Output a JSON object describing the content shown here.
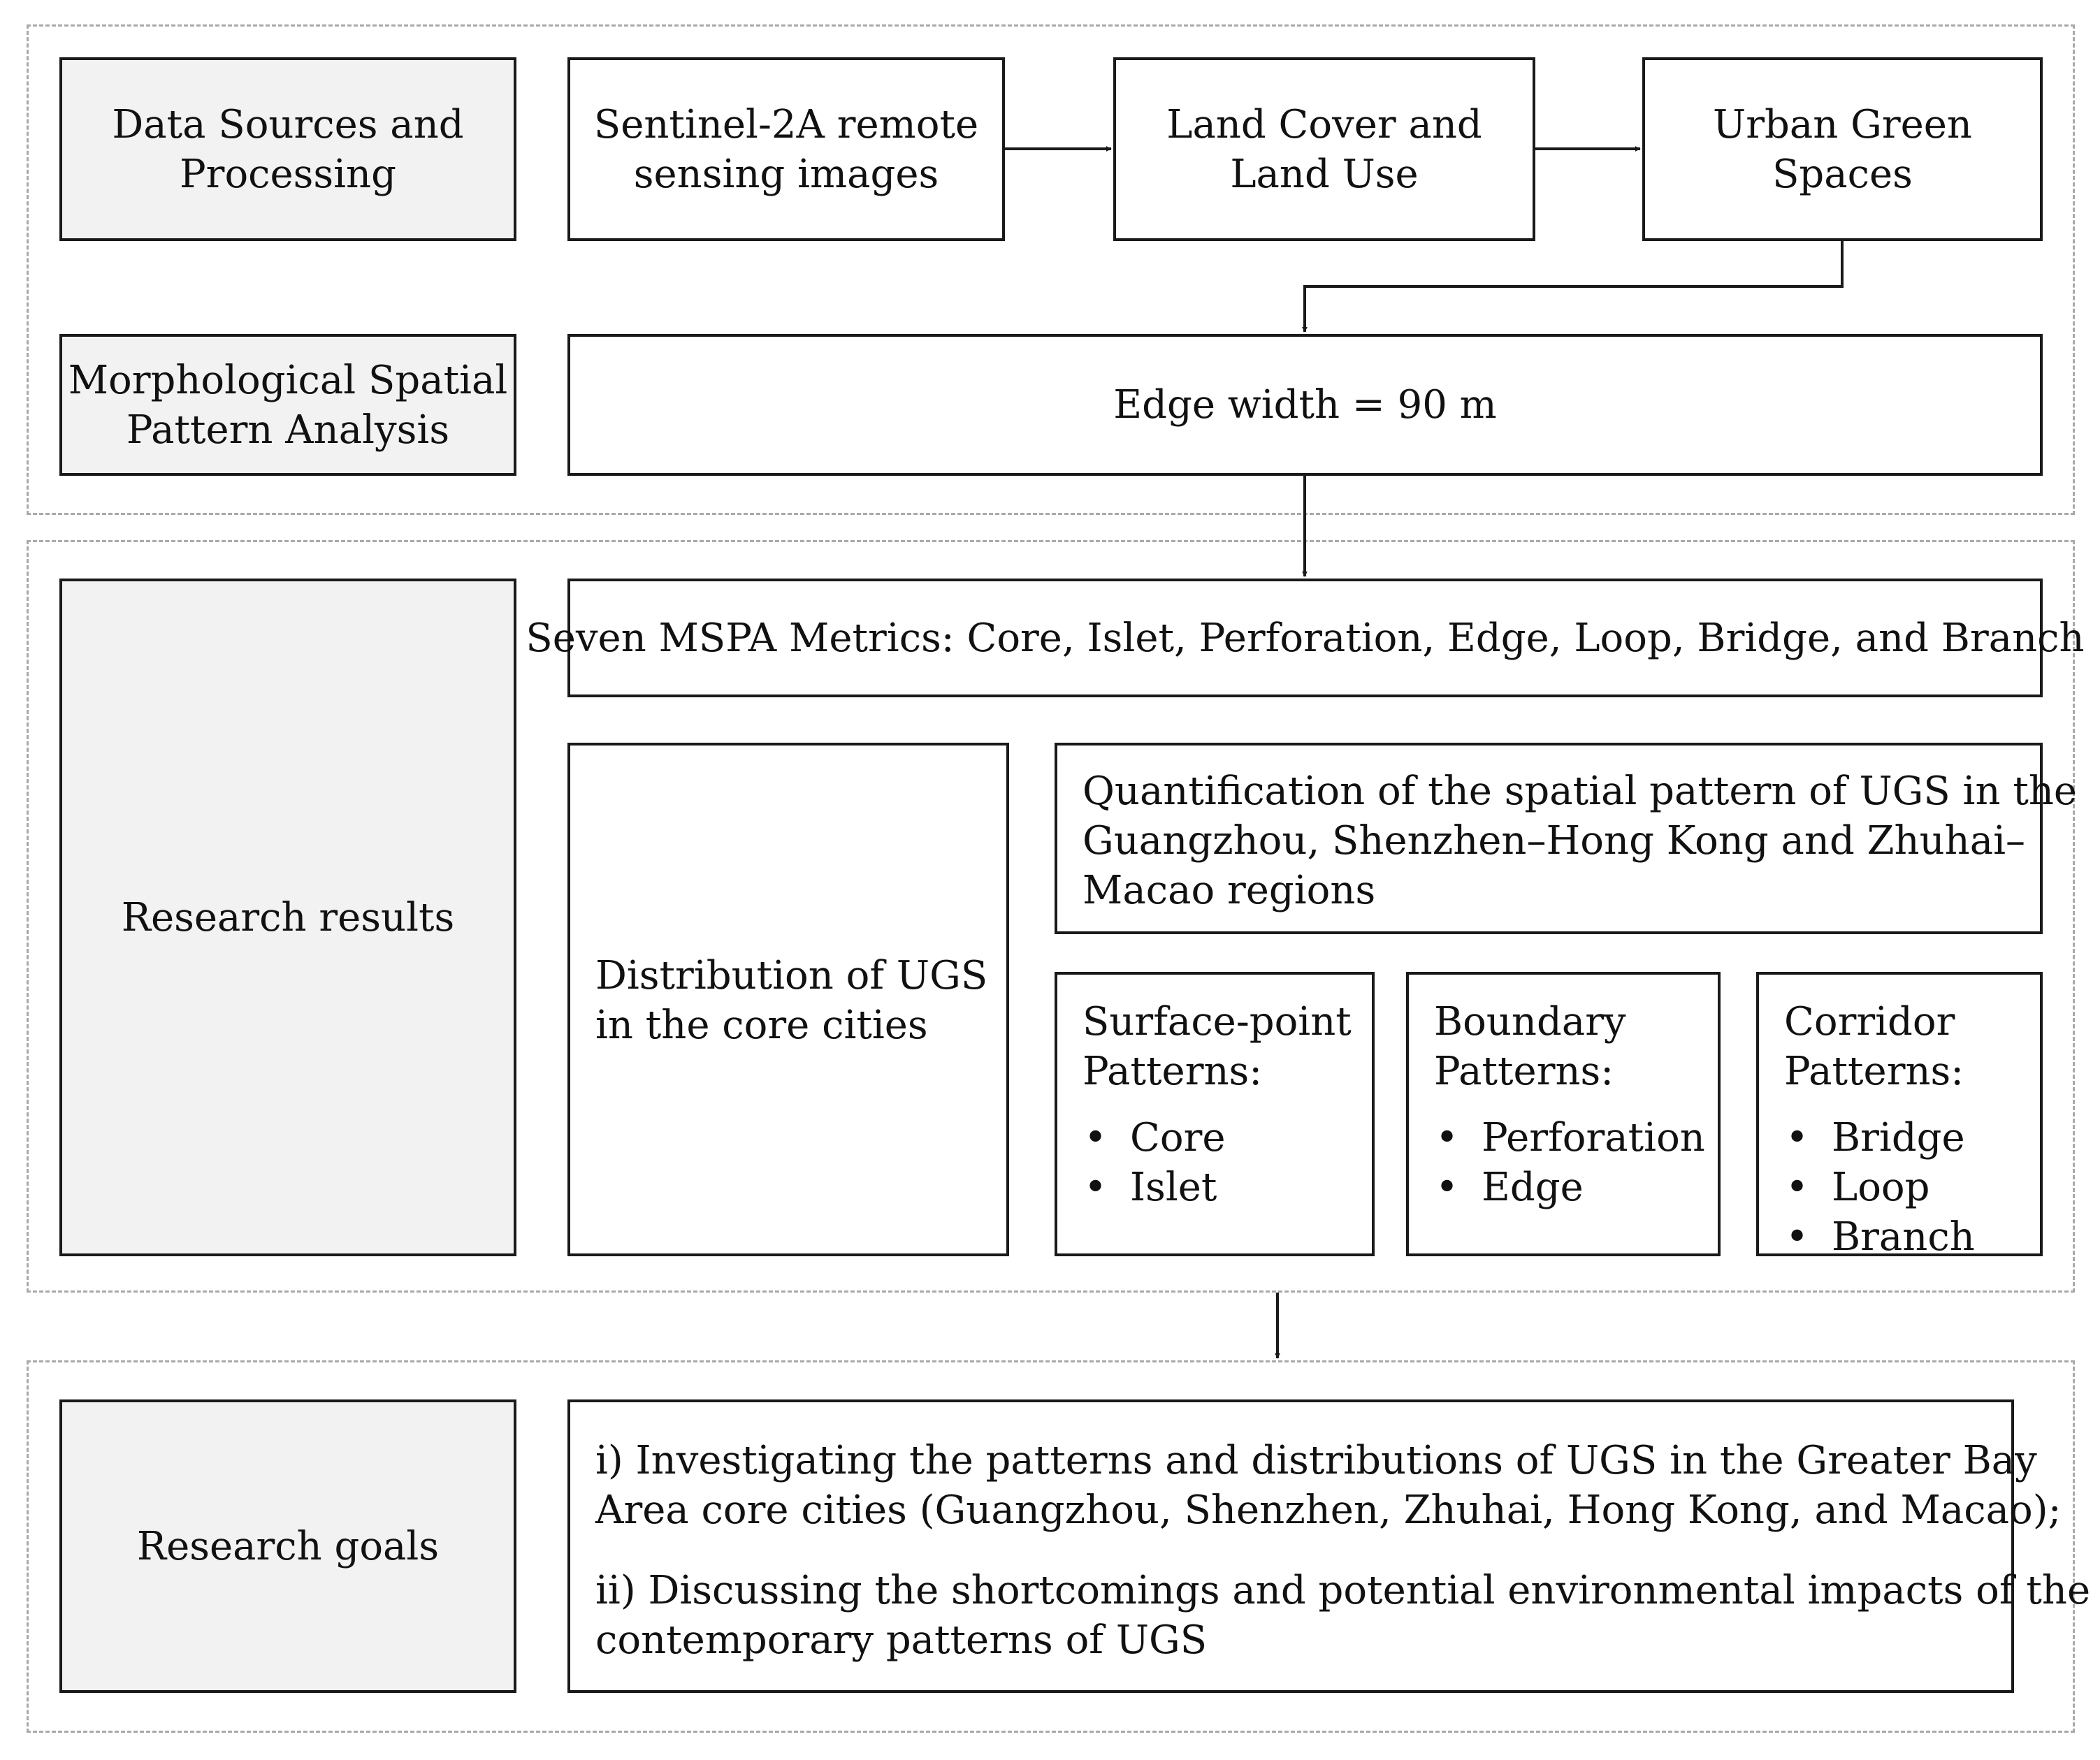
{
  "data_processing": {
    "label": [
      "Data Sources and",
      "Processing"
    ],
    "sentinel": [
      "Sentinel-2A remote",
      "sensing images"
    ],
    "land_cover": [
      "Land Cover and",
      "Land Use"
    ],
    "ugs": [
      "Urban Green",
      "Spaces"
    ]
  },
  "mspa": {
    "label": [
      "Morphological Spatial",
      "Pattern Analysis"
    ],
    "edge_width": "Edge width = 90 m"
  },
  "results": {
    "label": "Research results",
    "metrics": "Seven MSPA Metrics: Core, Islet, Perforation, Edge, Loop, Bridge, and Branch",
    "distribution": [
      "Distribution of UGS",
      "in the core cities"
    ],
    "quantification": [
      "Quantification of the spatial pattern of UGS in the",
      "Guangzhou, Shenzhen–Hong Kong and Zhuhai–",
      "Macao regions"
    ],
    "patterns": [
      {
        "title": [
          "Surface-point",
          "Patterns:"
        ],
        "items": [
          "Core",
          "Islet"
        ]
      },
      {
        "title": [
          "Boundary",
          "Patterns:"
        ],
        "items": [
          "Perforation",
          "Edge"
        ]
      },
      {
        "title": [
          "Corridor",
          "Patterns:"
        ],
        "items": [
          "Bridge",
          "Loop",
          "Branch"
        ]
      }
    ]
  },
  "goals": {
    "label": "Research goals",
    "goal_1": [
      "i) Investigating the patterns and distributions of UGS in the Greater Bay",
      "Area core cities (Guangzhou, Shenzhen, Zhuhai, Hong Kong, and Macao);"
    ],
    "goal_2": [
      "ii) Discussing the shortcomings and potential environmental impacts of the",
      "contemporary patterns of UGS"
    ]
  }
}
